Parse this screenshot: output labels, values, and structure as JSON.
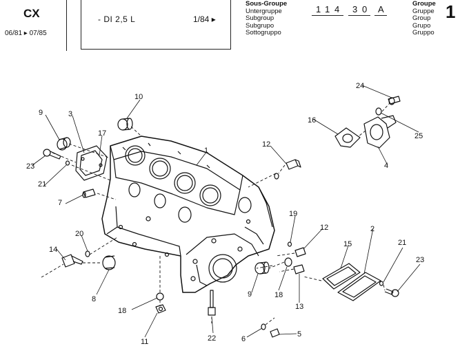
{
  "header": {
    "model": "CX",
    "dates": "06/81 ▸ 07/85",
    "engine": "- DI 2,5 L",
    "page": "1/84 ▸",
    "subgroup_labels": [
      "Sous-Groupe",
      "Untergruppe",
      "Subgroup",
      "Subgrupo",
      "Sottogruppo"
    ],
    "code_chars": [
      "1",
      "1",
      "4",
      "3",
      "0",
      "A"
    ],
    "group_labels": [
      "Groupe",
      "Gruppe",
      "Group",
      "Grupo",
      "Gruppo"
    ],
    "group_number": "1"
  },
  "callouts": [
    "1",
    "2",
    "3",
    "4",
    "5",
    "6",
    "7",
    "8",
    "9",
    "9",
    "10",
    "11",
    "12",
    "12",
    "13",
    "14",
    "15",
    "16",
    "17",
    "18",
    "18",
    "19",
    "20",
    "21",
    "21",
    "22",
    "23",
    "23",
    "24",
    "25"
  ],
  "colors": {
    "ink": "#111111",
    "paper": "#ffffff"
  }
}
